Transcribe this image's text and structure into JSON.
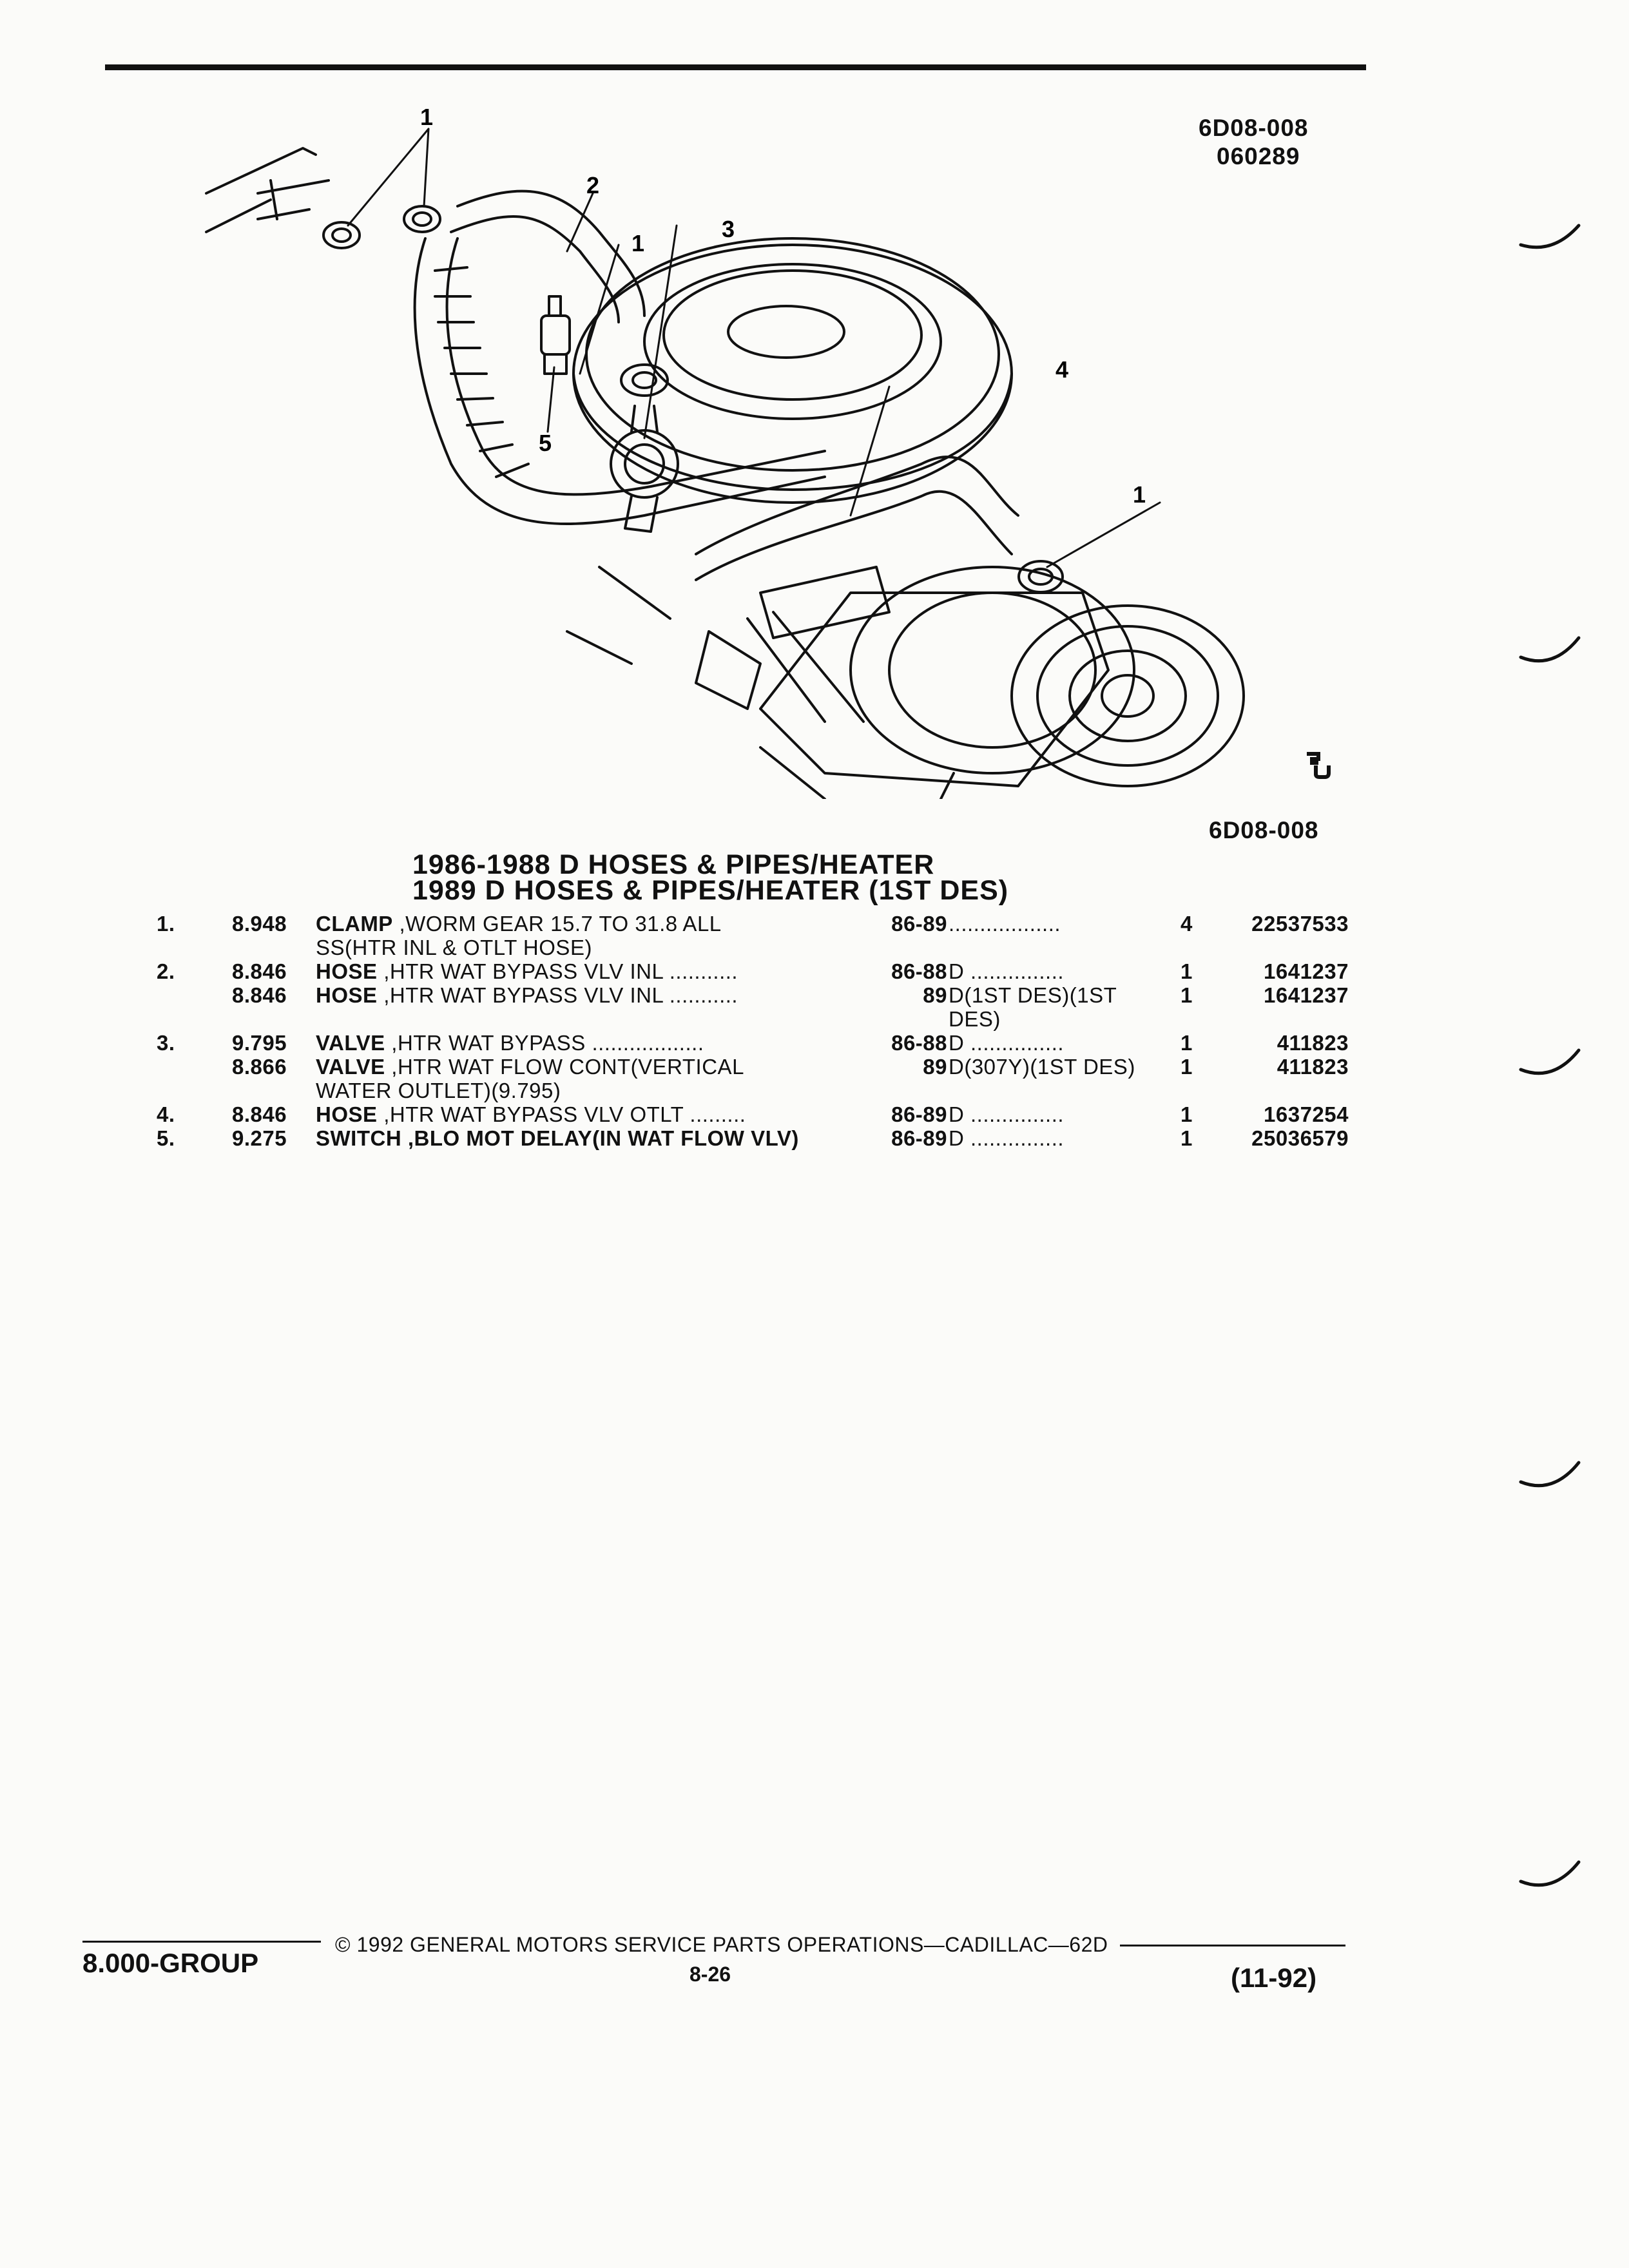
{
  "header": {
    "figure_code": "6D08-008",
    "figure_date": "060289",
    "figure_code_bottom": "6D08-008"
  },
  "diagram": {
    "callouts": [
      "1",
      "2",
      "1",
      "3",
      "4",
      "5",
      "1"
    ]
  },
  "titles": {
    "line1": "1986-1988 D HOSES & PIPES/HEATER",
    "line2": "1989 D HOSES & PIPES/HEATER (1ST DES)"
  },
  "parts": [
    {
      "num": "1.",
      "group": "8.948",
      "desc_bold": "CLAMP",
      "desc_rest": " ,WORM GEAR 15.7 TO 31.8 ALL",
      "desc_line2": "SS(HTR INL & OTLT HOSE)",
      "years": "86-89",
      "note": "..................",
      "note_line2": "",
      "qty": "4",
      "part_no": "22537533"
    },
    {
      "num": "2.",
      "group": "8.846",
      "desc_bold": "HOSE",
      "desc_rest": " ,HTR WAT BYPASS VLV INL ...........",
      "desc_line2": "",
      "years": "86-88",
      "note": "D ...............",
      "note_line2": "",
      "qty": "1",
      "part_no": "1641237"
    },
    {
      "num": "",
      "group": "8.846",
      "desc_bold": "HOSE",
      "desc_rest": " ,HTR WAT BYPASS VLV INL ...........",
      "desc_line2": "",
      "years": "89",
      "note": "D(1ST DES)(1ST",
      "note_line2": "DES)",
      "qty": "1",
      "part_no": "1641237"
    },
    {
      "num": "3.",
      "group": "9.795",
      "desc_bold": "VALVE",
      "desc_rest": " ,HTR WAT BYPASS ..................",
      "desc_line2": "",
      "years": "86-88",
      "note": "D ...............",
      "note_line2": "",
      "qty": "1",
      "part_no": "411823"
    },
    {
      "num": "",
      "group": "8.866",
      "desc_bold": "VALVE",
      "desc_rest": " ,HTR WAT FLOW CONT(VERTICAL",
      "desc_line2": "WATER OUTLET)(9.795)",
      "years": "89",
      "note": "D(307Y)(1ST DES)",
      "note_line2": "",
      "qty": "1",
      "part_no": "411823"
    },
    {
      "num": "4.",
      "group": "8.846",
      "desc_bold": "HOSE",
      "desc_rest": " ,HTR WAT BYPASS VLV OTLT .........",
      "desc_line2": "",
      "years": "86-89",
      "note": "D ...............",
      "note_line2": "",
      "qty": "1",
      "part_no": "1637254"
    },
    {
      "num": "5.",
      "group": "9.275",
      "desc_bold": "SWITCH",
      "desc_rest": " ,BLO MOT DELAY(IN WAT FLOW VLV)",
      "desc_line2": "",
      "years": "86-89",
      "note": "D ...............",
      "note_line2": "",
      "qty": "1",
      "part_no": "25036579"
    }
  ],
  "footer": {
    "group": "8.000-GROUP",
    "copyright": "©  1992  GENERAL MOTORS SERVICE PARTS OPERATIONS—CADILLAC—62D",
    "page": "8-26",
    "date": "(11-92)"
  }
}
